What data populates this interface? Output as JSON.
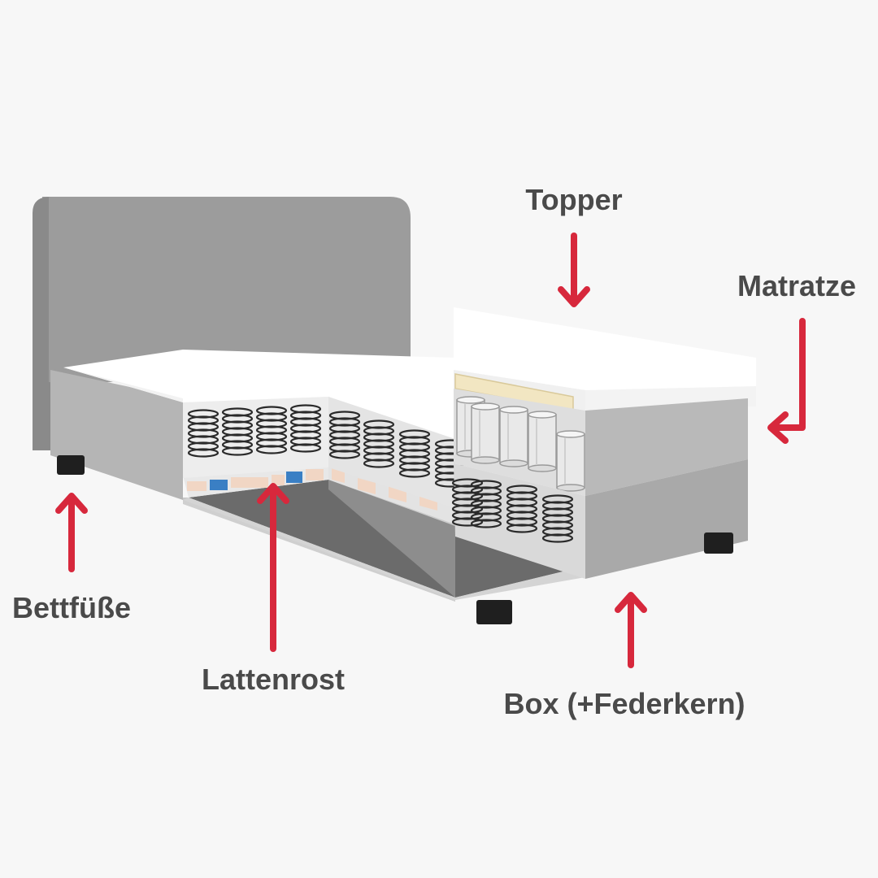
{
  "labels": {
    "topper": "Topper",
    "matratze": "Matratze",
    "bettfuesse": "Bettfüße",
    "lattenrost": "Lattenrost",
    "box": "Box (+Federkern)"
  },
  "colors": {
    "background": "#f7f7f7",
    "label_text": "#4a4a4a",
    "arrow": "#d7283c",
    "headboard": "#9c9c9c",
    "frame": "#b3b3b3",
    "feet": "#1f1f1f",
    "slat_light": "#f1d6c4",
    "slat_blue": "#3a7fc4",
    "box_floor": "#6b6b6b"
  },
  "icons": {
    "arrow_shape": "arrow-icon",
    "spring_shape": "spring-coil-icon",
    "pocket_spring_shape": "pocket-spring-icon"
  }
}
